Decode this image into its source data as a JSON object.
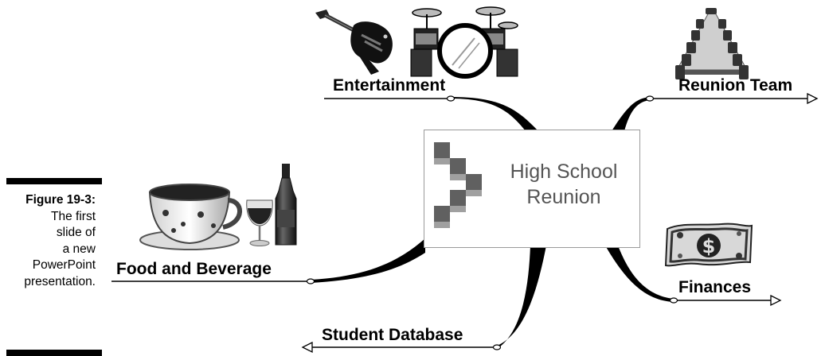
{
  "caption": {
    "figure_label": "Figure 19-3:",
    "lines": [
      "The first",
      "slide of",
      "a new",
      "PowerPoint",
      "presentation."
    ]
  },
  "central_topic": {
    "line1": "High School",
    "line2": "Reunion"
  },
  "branches": {
    "entertainment": "Entertainment",
    "reunion_team": "Reunion Team",
    "food_beverage": "Food and Beverage",
    "finances": "Finances",
    "student_database": "Student Database"
  },
  "icons": {
    "entertainment": [
      "guitar-icon",
      "drum-kit-icon"
    ],
    "reunion_team": "conference-table-icon",
    "food_beverage": [
      "coffee-cup-icon",
      "wine-glass-icon",
      "wine-bottle-icon"
    ],
    "finances": "dollar-bill-icon",
    "central": "checkered-chevron-logo"
  },
  "colors": {
    "connector": "#000000",
    "center_text": "#555555",
    "checker": "#606060"
  }
}
